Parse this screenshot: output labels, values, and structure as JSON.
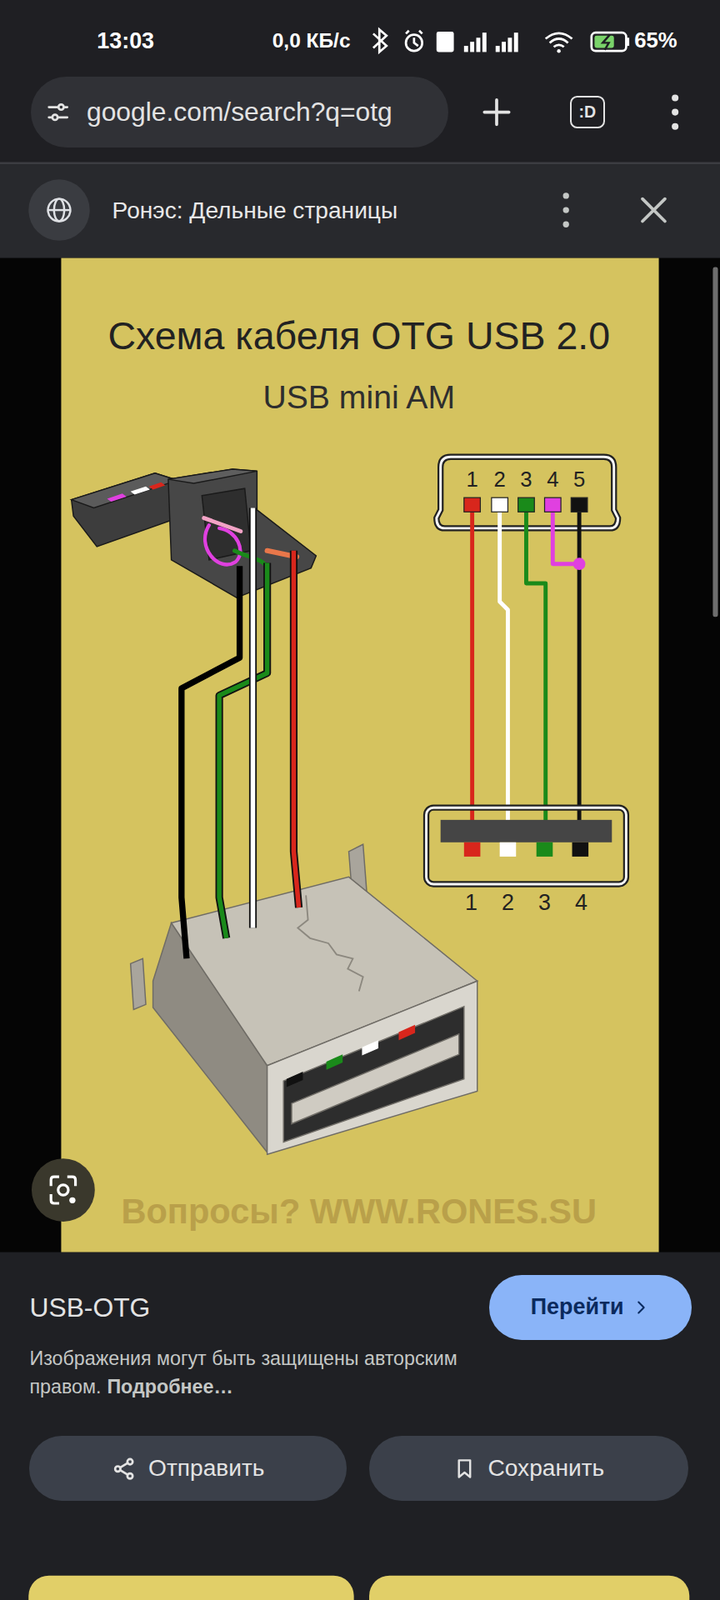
{
  "diagram": {
    "title": "Схема кабеля OTG USB 2.0",
    "nodes": [
      {
        "text": [
          "google.com/search?q=otg"
        ]
      },
      {
        "text": [
          ":D"
        ]
      },
      {
        "text": [
          "Ронэс: Дельные страницы"
        ]
      },
      {
        "text": [
          "Перейти"
        ]
      },
      {
        "text": [
          "Отправить"
        ]
      },
      {
        "text": [
          "Сохранить"
        ]
      }
    ],
    "labels": [
      "13:03",
      "0,0 КБ/с",
      "65%",
      "USB mini AM",
      "1",
      "2",
      "3",
      "4",
      "5",
      "1",
      "2",
      "3",
      "4",
      "Вопросы? WWW.RONES.SU",
      "USB-OTG",
      "Изображения могут быть защищены авторским правом.",
      "Подробнее…"
    ]
  }
}
